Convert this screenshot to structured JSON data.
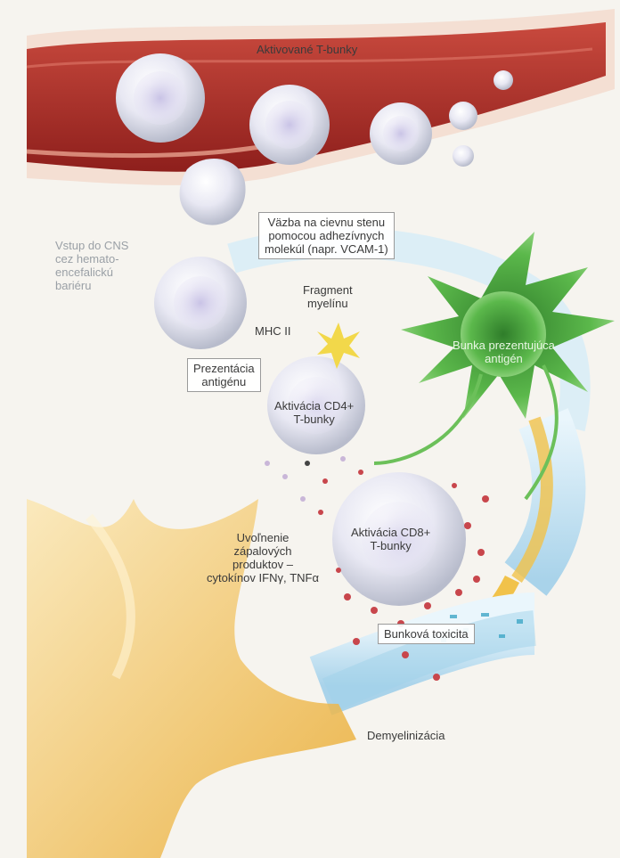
{
  "labels": {
    "activated_t_cells": "Aktivované T-bunky",
    "vessel_binding": [
      "Väzba na cievnu stenu",
      "pomocou adhezívnych",
      "molekúl (napr. VCAM-1)"
    ],
    "cns_entry": [
      "Vstup do CNS",
      "cez hemato-",
      "encefalickú",
      "bariéru"
    ],
    "myelin_fragment": [
      "Fragment",
      "myelínu"
    ],
    "mhc": "MHC II",
    "antigen_presentation": [
      "Prezentácia",
      "antigénu"
    ],
    "apc": [
      "Bunka prezentujúca",
      "antigén"
    ],
    "cd4_activation": [
      "Aktivácia CD4+",
      "T-bunky"
    ],
    "cytokine_release": [
      "Uvoľnenie",
      "zápalových",
      "produktov –",
      "cytokínov IFNγ, TNFα"
    ],
    "cd8_activation": [
      "Aktivácia CD8+",
      "T-bunky"
    ],
    "cell_toxicity": "Bunková toxicita",
    "demyelination": "Demyelinizácia"
  },
  "colors": {
    "vessel": "#b5302a",
    "t_cell": "#e6e6f2",
    "apc": "#4aa63a",
    "axon": "#f1c24a",
    "myelin": "#bfe0f2"
  }
}
